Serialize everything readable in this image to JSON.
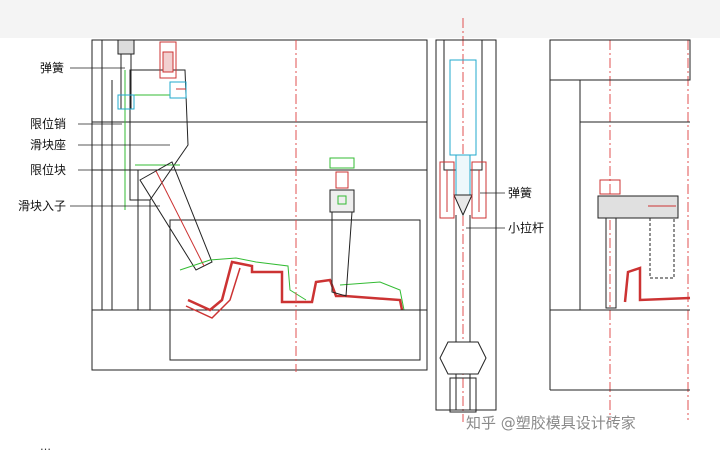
{
  "labels": {
    "spring_left": "弹簧",
    "limit_pin": "限位销",
    "slider_seat": "滑块座",
    "limit_block": "限位块",
    "slider_insert": "滑块入子",
    "spring_right": "弹簧",
    "small_pull_rod": "小拉杆"
  },
  "watermark": "知乎 @塑胶模具设计砖家",
  "bottom_caption": "…",
  "colors": {
    "outline": "#222222",
    "part_red": "#cc3333",
    "centerline": "#e05050",
    "green_line": "#33bb33",
    "cyan_line": "#22aacc",
    "grey_fill": "#e8e8e8"
  }
}
